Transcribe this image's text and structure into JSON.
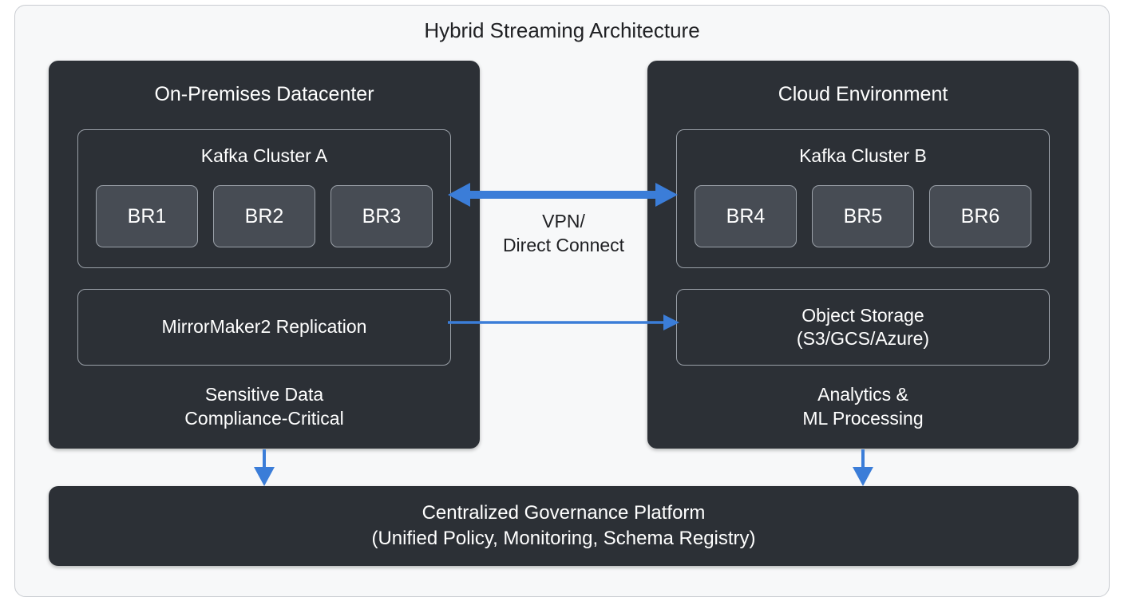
{
  "diagram": {
    "title": "Hybrid Streaming Architecture",
    "accent_color": "#3b7dd8",
    "panel_color": "#2c3036",
    "broker_color": "#474c54",
    "canvas_color": "#f7f8f9",
    "border_color": "#9aa0a8"
  },
  "zones": [
    {
      "id": "on-premises",
      "title": "On-Premises Datacenter",
      "cluster": {
        "title": "Kafka Cluster A",
        "brokers": [
          {
            "label": "BR1"
          },
          {
            "label": "BR2"
          },
          {
            "label": "BR3"
          }
        ]
      },
      "service": {
        "label": "MirrorMaker2 Replication"
      },
      "caption": "Sensitive Data\nCompliance-Critical"
    },
    {
      "id": "cloud",
      "title": "Cloud Environment",
      "cluster": {
        "title": "Kafka Cluster B",
        "brokers": [
          {
            "label": "BR4"
          },
          {
            "label": "BR5"
          },
          {
            "label": "BR6"
          }
        ]
      },
      "service": {
        "label": "Object Storage\n(S3/GCS/Azure)"
      },
      "caption": "Analytics &\nML Processing"
    }
  ],
  "connectors": {
    "vpn_link": {
      "label": "VPN/\nDirect Connect",
      "direction": "bidirectional",
      "from": "Kafka Cluster A",
      "to": "Kafka Cluster B"
    },
    "replication_link": {
      "label": "",
      "direction": "left-to-right",
      "from": "MirrorMaker2 Replication",
      "to": "Object Storage (S3/GCS/Azure)"
    },
    "governance_links": [
      {
        "direction": "top-to-bottom",
        "from": "On-Premises Datacenter",
        "to": "Centralized Governance Platform"
      },
      {
        "direction": "top-to-bottom",
        "from": "Cloud Environment",
        "to": "Centralized Governance Platform"
      }
    ]
  },
  "governance": {
    "label": "Centralized Governance Platform\n(Unified Policy, Monitoring, Schema Registry)"
  }
}
